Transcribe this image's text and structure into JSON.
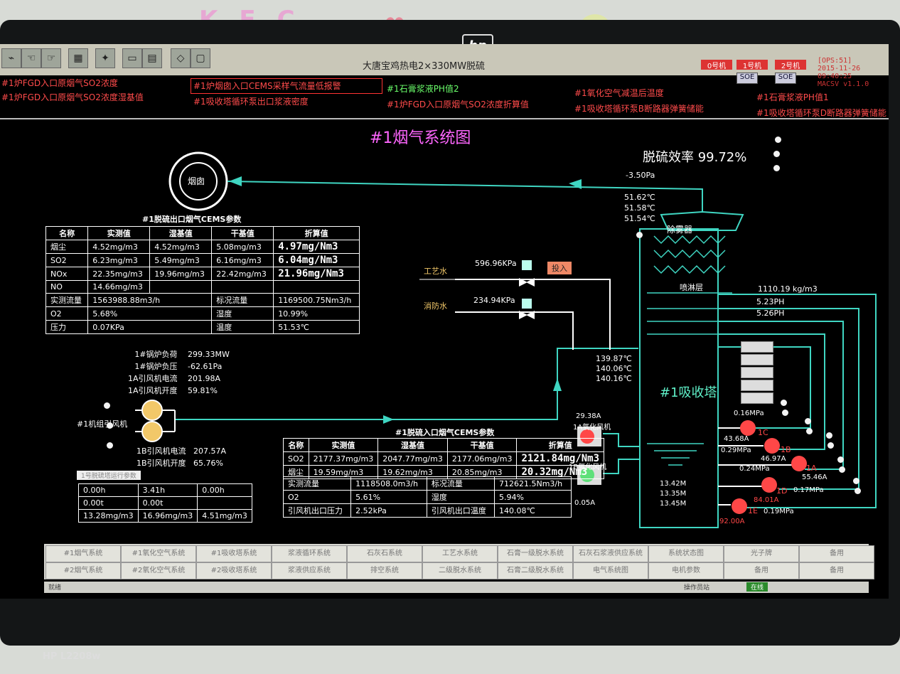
{
  "window": {
    "title": "大唐宝鸡热电2×330MW脱硫",
    "units": [
      "0号机",
      "1号机",
      "2号机"
    ],
    "soe": "SOE",
    "ops": [
      "[OPS:51]",
      "2015-11-26 09:40:25",
      "MACSV v1.1.0"
    ]
  },
  "monitor_brand": "HP L2208w",
  "stickers": {
    "kfc": "KFC"
  },
  "alarms": [
    "#1炉FGD入口原烟气SO2浓度",
    "#1炉烟囱入口CEMS采样气流量低报警",
    "#1石膏浆液PH值2",
    "#1氧化空气减温后温度",
    "#1石膏浆液PH值1",
    "#1炉FGD入口原烟气SO2浓度湿基值",
    "#1吸收塔循环泵出口浆液密度",
    "#1炉FGD入口原烟气SO2浓度折算值",
    "#1吸收塔循环泵B断路器弹簧储能",
    "#1吸收塔循环泵D断路器弹簧储能"
  ],
  "page_title": "#1烟气系统图",
  "efficiency": "脱硫效率 99.72%",
  "chimney": "烟囱",
  "outlet_cems": {
    "title": "#1脱硫出口烟气CEMS参数",
    "headers": [
      "名称",
      "实测值",
      "湿基值",
      "干基值",
      "折算值"
    ],
    "rows": [
      [
        "烟尘",
        "4.52mg/m3",
        "4.52mg/m3",
        "5.08mg/m3",
        "4.97mg/Nm3"
      ],
      [
        "SO2",
        "6.23mg/m3",
        "5.49mg/m3",
        "6.16mg/m3",
        "6.04mg/Nm3"
      ],
      [
        "NOx",
        "22.35mg/m3",
        "19.96mg/m3",
        "22.42mg/m3",
        "21.96mg/Nm3"
      ],
      [
        "NO",
        "14.66mg/m3",
        "",
        "",
        ""
      ]
    ],
    "flow_label": "实测流量",
    "flow": "1563988.88m3/h",
    "std_flow_label": "标况流量",
    "std_flow": "1169500.75Nm3/h",
    "o2_label": "O2",
    "o2": "5.68%",
    "hum_label": "湿度",
    "hum": "10.99%",
    "p_label": "压力",
    "p": "0.07KPa",
    "temp_label": "温度",
    "temp": "51.53℃"
  },
  "boiler": {
    "labels": [
      "1#锅炉负荷",
      "1#锅炉负压",
      "1A引风机电流",
      "1A引风机开度"
    ],
    "values": [
      "299.33MW",
      "-62.61Pa",
      "201.98A",
      "59.81%"
    ],
    "fan_group": "#1机组引风机",
    "b_labels": [
      "1B引风机电流",
      "1B引风机开度"
    ],
    "b_values": [
      "207.57A",
      "65.76%"
    ]
  },
  "small_table": {
    "title": "1号脱硫塔运行参数",
    "rows": [
      [
        "0.00h",
        "3.41h",
        "0.00h"
      ],
      [
        "0.00t",
        "0.00t",
        ""
      ],
      [
        "13.28mg/m3",
        "16.96mg/m3",
        "4.51mg/m3"
      ]
    ]
  },
  "inlet_cems": {
    "title": "#1脱硫入口烟气CEMS参数",
    "headers": [
      "名称",
      "实测值",
      "湿基值",
      "干基值",
      "折算值"
    ],
    "rows": [
      [
        "SO2",
        "2177.37mg/m3",
        "2047.77mg/m3",
        "2177.06mg/m3",
        "2121.84mg/Nm3"
      ],
      [
        "烟尘",
        "19.59mg/m3",
        "19.62mg/m3",
        "20.85mg/m3",
        "20.32mg/Nm3"
      ]
    ],
    "flow_label": "实测流量",
    "flow": "1118508.0m3/h",
    "std_flow_label": "标况流量",
    "std_flow": "712621.5Nm3/h",
    "o2_label": "O2",
    "o2": "5.61%",
    "hum_label": "湿度",
    "hum": "5.94%",
    "fp_label": "引风机出口压力",
    "fp": "2.52kPa",
    "ft_label": "引风机出口温度",
    "ft": "140.08℃"
  },
  "tower": {
    "name": "#1吸收塔",
    "demister": "除雾器",
    "spray": "喷淋层",
    "top_pressure": "-3.50Pa",
    "top_temps": [
      "51.62℃",
      "51.58℃",
      "51.54℃"
    ],
    "inlet_temps": [
      "139.87℃",
      "140.06℃",
      "140.16℃"
    ],
    "levels": [
      "13.42M",
      "13.35M",
      "13.45M"
    ],
    "density": "1110.19 kg/m3",
    "ph": [
      "5.23PH",
      "5.26PH"
    ]
  },
  "water": {
    "process": "工艺水",
    "process_p": "596.96KPa",
    "fire": "消防水",
    "fire_p": "234.94KPa",
    "btn": "投入"
  },
  "oxi_fans": {
    "a_current": "29.38A",
    "a": "1A氧化风机",
    "b": "1B氧化风机",
    "b_current": "0.05A"
  },
  "pumps": [
    {
      "id": "1C",
      "current": "43.68A",
      "pressure": "0.16MPa"
    },
    {
      "id": "1B",
      "current": "46.97A",
      "pressure": "0.29MPa"
    },
    {
      "id": "1A",
      "current": "55.46A",
      "pressure": "0.24MPa"
    },
    {
      "id": "1D",
      "current": "84.01A",
      "pressure": "0.17MPa"
    },
    {
      "id": "1E",
      "current": "92.00A",
      "pressure": "0.19MPa"
    }
  ],
  "nav": {
    "row1": [
      "#1烟气系统",
      "#1氧化空气系统",
      "#1吸收塔系统",
      "浆液循环系统",
      "石灰石系统",
      "工艺水系统",
      "石膏一级脱水系统",
      "石灰石浆液供应系统",
      "系统状态图",
      "光子牌",
      "备用"
    ],
    "row2": [
      "#2烟气系统",
      "#2氧化空气系统",
      "#2吸收塔系统",
      "浆液供应系统",
      "排空系统",
      "二级脱水系统",
      "石膏二级脱水系统",
      "电气系统图",
      "电机参数",
      "备用",
      "备用"
    ]
  },
  "statusbar": {
    "left": "就绪",
    "op": "操作员站",
    "time": "在线"
  }
}
